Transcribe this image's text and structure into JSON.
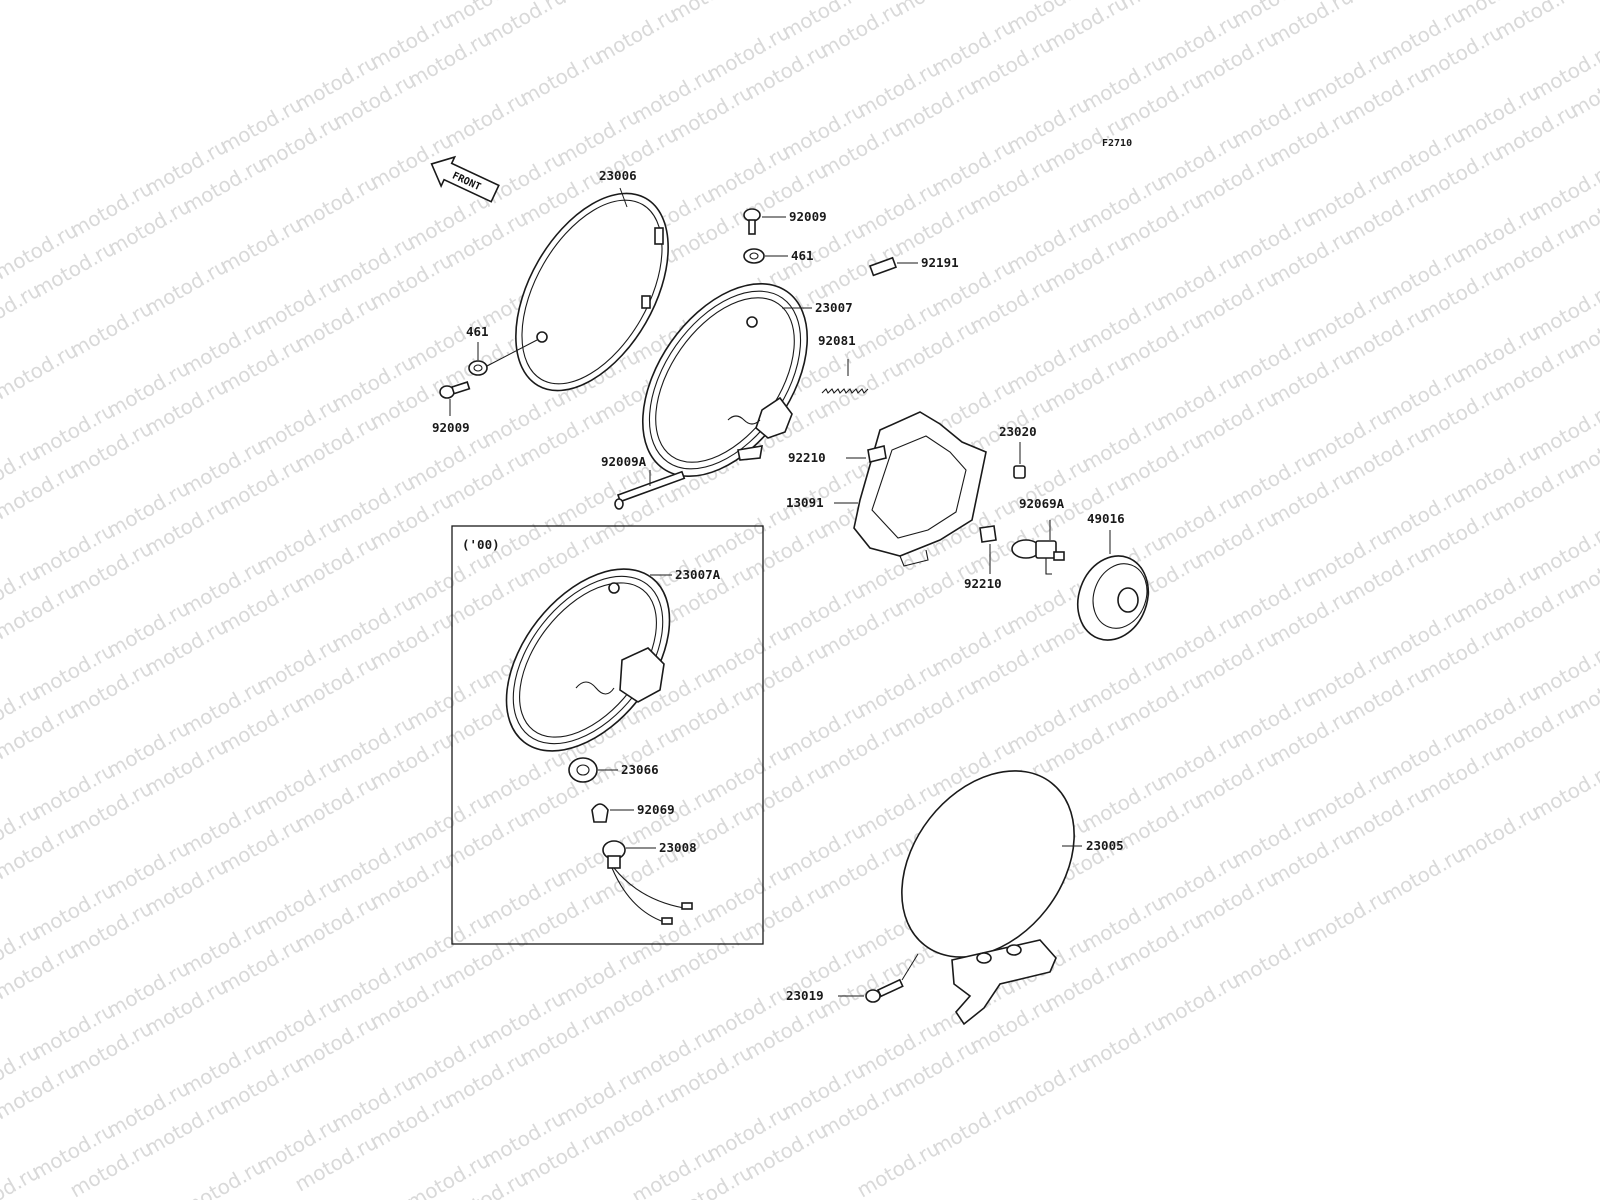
{
  "watermark": {
    "text": "motod.ru"
  },
  "diagram": {
    "code": "F2710",
    "front_label": "FRONT",
    "variant_box_label": "('00)",
    "labels": {
      "p23006": "23006",
      "p92009_top": "92009",
      "p461_top": "461",
      "p23007": "23007",
      "p461_left": "461",
      "p92081": "92081",
      "p92191": "92191",
      "p92009_left": "92009",
      "p23020": "23020",
      "p92210_top": "92210",
      "p92009A": "92009A",
      "p13091": "13091",
      "p92069A": "92069A",
      "p49016": "49016",
      "p92210_bottom": "92210",
      "p23007A": "23007A",
      "p23066": "23066",
      "p92069": "92069",
      "p23008": "23008",
      "p23005": "23005",
      "p23019": "23019"
    }
  }
}
